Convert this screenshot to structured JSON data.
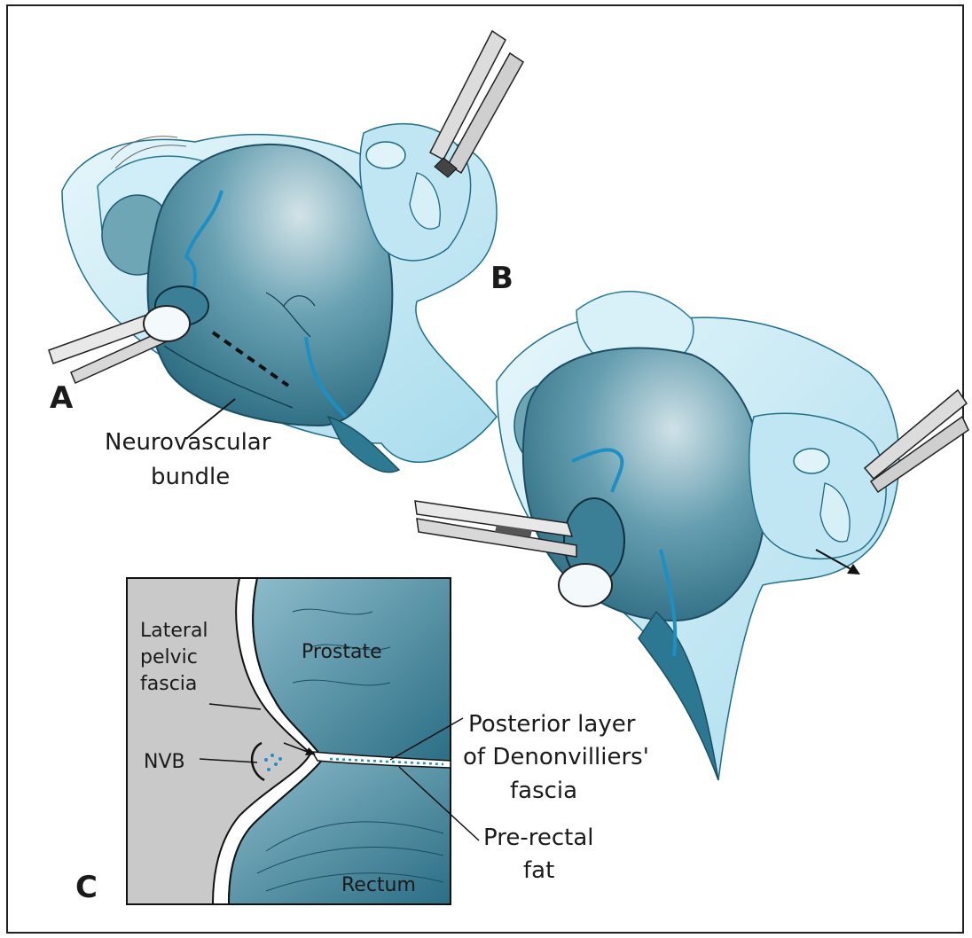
{
  "panels": {
    "a": {
      "letter": "A",
      "nvb_label_line1": "Neurovascular",
      "nvb_label_line2": "bundle"
    },
    "b": {
      "letter": "B"
    },
    "c": {
      "letter": "C",
      "lateral_line1": "Lateral",
      "lateral_line2": "pelvic",
      "lateral_line3": "fascia",
      "prostate": "Prostate",
      "nvb": "NVB",
      "posterior_line1": "Posterior layer",
      "posterior_line2": "of Denonvilliers'",
      "posterior_line3": "fascia",
      "prerectal_line1": "Pre-rectal",
      "prerectal_line2": "fat",
      "rectum": "Rectum"
    }
  },
  "colors": {
    "organ_dark": "#2f6f86",
    "organ_mid": "#5d97aa",
    "organ_light": "#c9dde3",
    "tissue_light": "#bfe6f2",
    "tissue_pale": "#e3f5fa",
    "vessel": "#1e8fc2",
    "panel_bg": "#c9c9c9"
  }
}
